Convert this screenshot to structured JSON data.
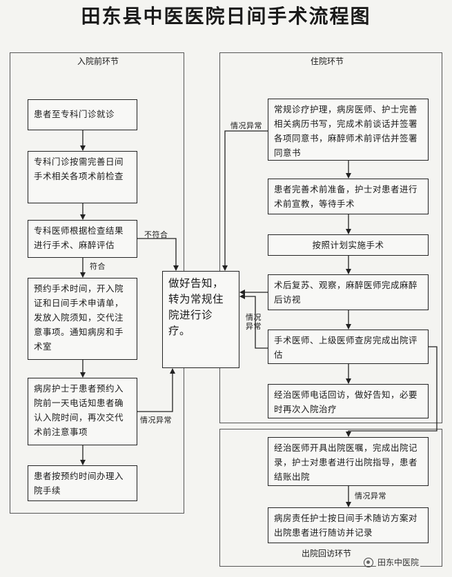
{
  "title": "田东县中医医院日间手术流程图",
  "sections": {
    "pre_admission": "入院前环节",
    "in_hospital": "住院环节",
    "discharge_follow": "出院回访环节"
  },
  "pre": {
    "step1": "患者至专科门诊就诊",
    "step2": "专科门诊按需完善日间手术相关各项术前检查",
    "step3": "专科医师根据检查结果进行手术、麻醉评估",
    "step4": "预约手术时间，开入院证和日间手术申请单，发放入院须知，交代注意事项。通知病房和手术室",
    "step5": "病房护士于患者预约入院前一天电话知患者确认入院时间，再次交代术前注意事项",
    "step6": "患者按预约时间办理入院手续"
  },
  "center_box": "做好告知，转为常规住院进行诊疗。",
  "inpatient": {
    "step1": "常规诊疗护理，病房医师、护士完善相关病历书写，完成术前谈话并签署各项同意书，麻醉师术前评估并签署同意书",
    "step2": "患者完善术前准备，护士对患者进行术前宣教，等待手术",
    "step3": "按照计划实施手术",
    "step4": "术后复苏、观察，麻醉医师完成麻醉后访视",
    "step5": "手术医师、上级医师查房完成出院评估",
    "step6": "经治医师电话回访，做好告知，必要时再次入院治疗"
  },
  "discharge": {
    "step1": "经治医师开具出院医嘱，完成出院记录，护士对患者进行出院指导，患者结账出院",
    "step2": "病房责任护士按日间手术随访方案对出院患者进行随访并记录"
  },
  "labels": {
    "not_met": "不符合",
    "met": "符合",
    "abnormal_top": "情况异常",
    "abnormal_mid": "情况异常",
    "abnormal_left": "情况异常",
    "abnormal_discharge": "情况异常"
  },
  "watermark": "田东中医院"
}
